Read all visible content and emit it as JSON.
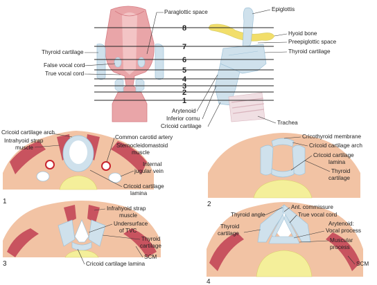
{
  "top": {
    "levels": [
      "8",
      "7",
      "6",
      "5",
      "4",
      "3",
      "2",
      "1"
    ],
    "labels": {
      "paraglottic_space": "Paraglottic space",
      "thyroid_cartilage": "Thyroid cartilage",
      "false_vocal_cord": "False vocal cord",
      "true_vocal_cord": "True vocal cord",
      "epiglottis": "Epiglottis",
      "hyoid_bone": "Hyoid bone",
      "preepiglottic_space": "Preepiglottic space",
      "thyroid_cartilage_side": "Thyroid cartilage",
      "arytenoid": "Arytenoid",
      "inferior_cornu": "Inferior cornu",
      "cricoid_cartilage": "Cricoid cartilage",
      "trachea": "Trachea"
    }
  },
  "panel1": {
    "number": "1",
    "labels": {
      "cricoid_arch": "Cricoid cartilage arch",
      "strap_a": "Intrahyoid strap",
      "strap_b": "muscle",
      "carotid": "Common carotid artery",
      "scm_a": "Sternocleidomastoid",
      "scm_b": "muscle",
      "jugular_a": "Internal",
      "jugular_b": "jugular vein",
      "lamina_a": "Cricoid cartilage",
      "lamina_b": "lamina"
    }
  },
  "panel2": {
    "number": "2",
    "labels": {
      "cricothyroid": "Cricothyroid membrane",
      "arch": "Cricoid cartilage arch",
      "lamina_a": "Cricoid cartilage",
      "lamina_b": "lamina",
      "thyroid_a": "Thyroid",
      "thyroid_b": "cartilage"
    }
  },
  "panel3": {
    "number": "3",
    "labels": {
      "strap_a": "Infrahyoid strap",
      "strap_b": "muscle",
      "tvc_a": "Undersurface",
      "tvc_b": "of TVC",
      "thyroid_a": "Thyroid",
      "thyroid_b": "cartilage",
      "scm": "SCM",
      "lamina": "Cricoid cartilage lamina"
    }
  },
  "panel4": {
    "number": "4",
    "labels": {
      "ant_commissure": "Ant. commissure",
      "thyroid_angle": "Thyroid angle",
      "true_vocal_cord": "True vocal cord",
      "thyroid_a": "Thyroid",
      "thyroid_b": "cartilage",
      "arytenoid": "Arytenoid:",
      "vocal_process": "Vocal process",
      "muscular_a": "Muscular",
      "muscular_b": "process",
      "scm": "SCM"
    }
  },
  "colors": {
    "pink": "#e9a5a8",
    "pink_dark": "#d57a82",
    "cartilage": "#cfe1ec",
    "cartilage_edge": "#9fc2d8",
    "skin": "#f2c3a4",
    "muscle": "#c8535f",
    "bone": "#f4ef9a",
    "bone_edge": "#d9d06a",
    "hyoid": "#f2de6a"
  }
}
